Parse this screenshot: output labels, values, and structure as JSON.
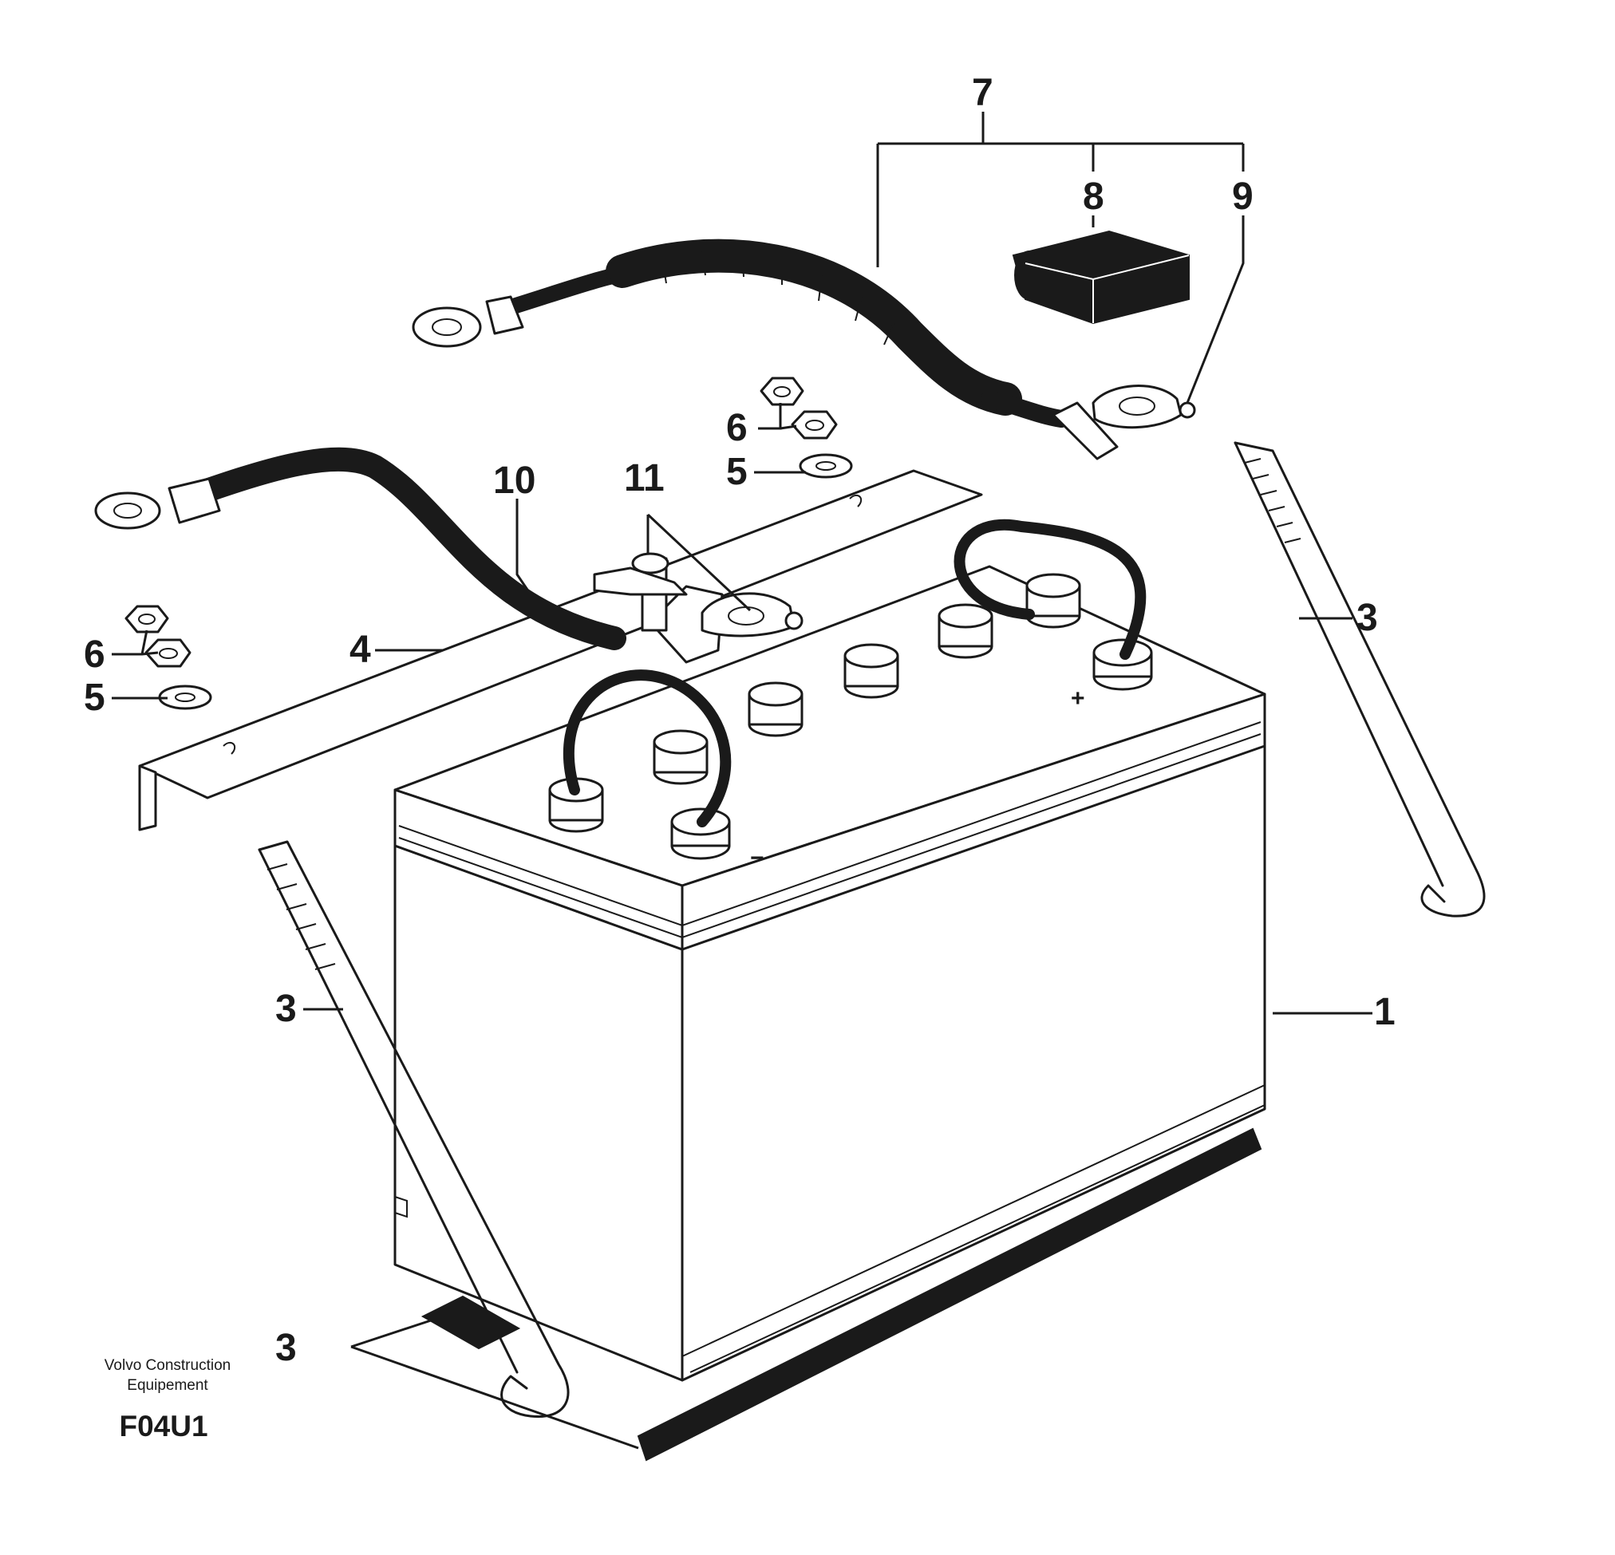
{
  "callouts": {
    "battery": "1",
    "rod_right": "3",
    "rod_left": "3",
    "pads": "3",
    "bracket": "4",
    "washer_left": "5",
    "nuts_left": "6",
    "washer_right": "5",
    "nuts_right": "6",
    "cable_assembly": "7",
    "terminal_cover": "8",
    "terminal_clamp": "9",
    "neg_cable": "10",
    "main_switch": "11"
  },
  "credit": {
    "line1": "Volvo Construction",
    "line2": "Equipement"
  },
  "figure_code": "F04U1",
  "terminal_marks": {
    "plus": "+",
    "minus": "−"
  }
}
